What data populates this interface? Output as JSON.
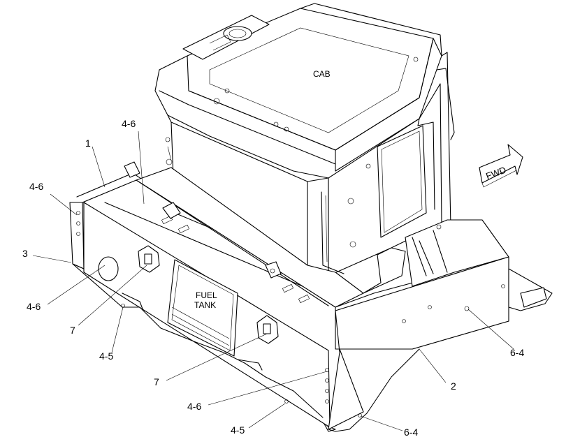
{
  "diagram": {
    "labels": {
      "cab": "CAB",
      "fuel_tank_line1": "FUEL",
      "fuel_tank_line2": "TANK",
      "fwd": "FWD"
    },
    "callouts": [
      {
        "id": "c1",
        "text": "1"
      },
      {
        "id": "c2",
        "text": "4-6"
      },
      {
        "id": "c3",
        "text": "4-6"
      },
      {
        "id": "c4",
        "text": "3"
      },
      {
        "id": "c5",
        "text": "4-6"
      },
      {
        "id": "c6",
        "text": "7"
      },
      {
        "id": "c7",
        "text": "4-5"
      },
      {
        "id": "c8",
        "text": "7"
      },
      {
        "id": "c9",
        "text": "4-6"
      },
      {
        "id": "c10",
        "text": "4-5"
      },
      {
        "id": "c11",
        "text": "6-4"
      },
      {
        "id": "c12",
        "text": "2"
      },
      {
        "id": "c13",
        "text": "6-4"
      }
    ]
  }
}
